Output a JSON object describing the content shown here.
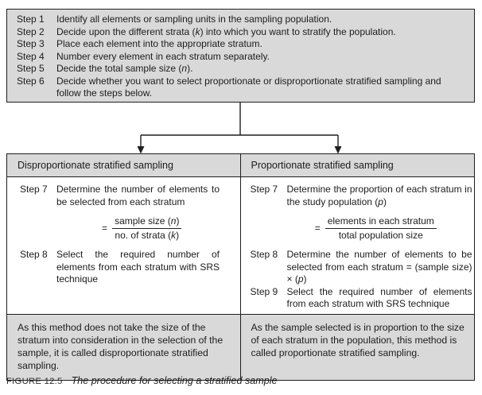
{
  "colors": {
    "box_fill": "#d9d9d9",
    "line": "#1f1f1f",
    "text": "#1c1c1c"
  },
  "top_box": {
    "steps": [
      {
        "label": "Step 1",
        "text": [
          {
            "t": "Identify all elements or sampling units in the sampling population."
          }
        ]
      },
      {
        "label": "Step 2",
        "text": [
          {
            "t": "Decide upon the different strata ("
          },
          {
            "t": "k",
            "i": true
          },
          {
            "t": ") into which you want to stratify the population."
          }
        ]
      },
      {
        "label": "Step 3",
        "text": [
          {
            "t": "Place each element into the appropriate stratum."
          }
        ]
      },
      {
        "label": "Step 4",
        "text": [
          {
            "t": "Number every element in each stratum separately."
          }
        ]
      },
      {
        "label": "Step 5",
        "text": [
          {
            "t": "Decide the total sample size ("
          },
          {
            "t": "n",
            "i": true
          },
          {
            "t": ")."
          }
        ]
      },
      {
        "label": "Step 6",
        "text": [
          {
            "t": "Decide whether you want to select proportionate or disproportionate stratified sampling and follow the steps below."
          }
        ]
      }
    ]
  },
  "table": {
    "left": {
      "header": "Disproportionate stratified sampling",
      "step7": {
        "label": "Step 7",
        "text": [
          {
            "t": "Determine the number of elements to be selected from each stratum"
          }
        ]
      },
      "formula": {
        "equals": "=",
        "numerator": [
          {
            "t": "sample size ("
          },
          {
            "t": "n",
            "i": true
          },
          {
            "t": ")"
          }
        ],
        "denominator": [
          {
            "t": "no. of strata ("
          },
          {
            "t": "k",
            "i": true
          },
          {
            "t": ")"
          }
        ]
      },
      "step8": {
        "label": "Step 8",
        "text": [
          {
            "t": "Select the required number of elements from each stratum with SRS technique"
          }
        ]
      },
      "note": "As this method does not take the size of the stratum into consideration in the selection of the sample, it is called disproportionate stratified sampling."
    },
    "right": {
      "header": "Proportionate stratified sampling",
      "step7": {
        "label": "Step 7",
        "text": [
          {
            "t": "Determine the proportion of each stratum in the study population ("
          },
          {
            "t": "p",
            "i": true
          },
          {
            "t": ")"
          }
        ]
      },
      "formula": {
        "equals": "=",
        "numerator": [
          {
            "t": "elements in each stratum"
          }
        ],
        "denominator": [
          {
            "t": "total population size"
          }
        ]
      },
      "step8": {
        "label": "Step 8",
        "text": [
          {
            "t": "Determine the number of elements to be selected from each stratum = (sample size) × ("
          },
          {
            "t": "p",
            "i": true
          },
          {
            "t": ")"
          }
        ]
      },
      "step9": {
        "label": "Step 9",
        "text": [
          {
            "t": "Select the required number of elements from each stratum with SRS technique"
          }
        ]
      },
      "note": "As the sample selected is in proportion to the size of each stratum in the population, this method is called proportionate stratified sampling."
    }
  },
  "caption": {
    "label": "FIGURE 12.5",
    "title": "The procedure for selecting a stratified sample"
  }
}
